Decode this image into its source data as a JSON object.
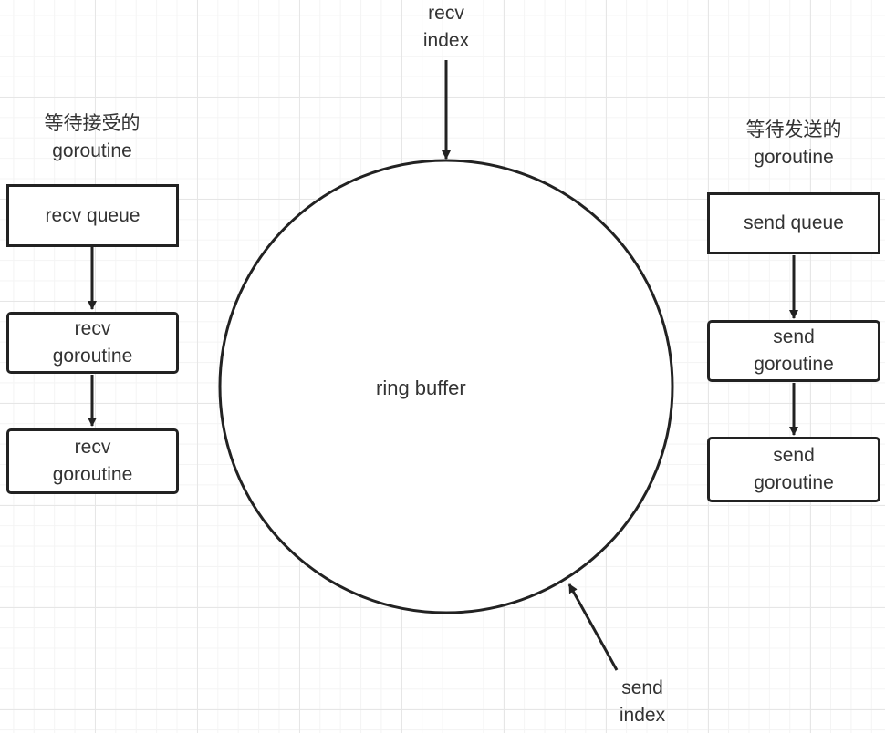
{
  "recv_index": {
    "line1": "recv",
    "line2": "index"
  },
  "send_index": {
    "line1": "send",
    "line2": "index"
  },
  "ring": {
    "label": "ring buffer"
  },
  "left": {
    "caption_line1": "等待接受的",
    "caption_line2": "goroutine",
    "queue_label": "recv queue",
    "items": [
      {
        "line1": "recv",
        "line2": "goroutine"
      },
      {
        "line1": "recv",
        "line2": "goroutine"
      }
    ]
  },
  "right": {
    "caption_line1": "等待发送的",
    "caption_line2": "goroutine",
    "queue_label": "send queue",
    "items": [
      {
        "line1": "send",
        "line2": "goroutine"
      },
      {
        "line1": "send",
        "line2": "goroutine"
      }
    ]
  },
  "colors": {
    "stroke": "#222222",
    "text": "#333333",
    "grid": "#e6e6e6"
  }
}
